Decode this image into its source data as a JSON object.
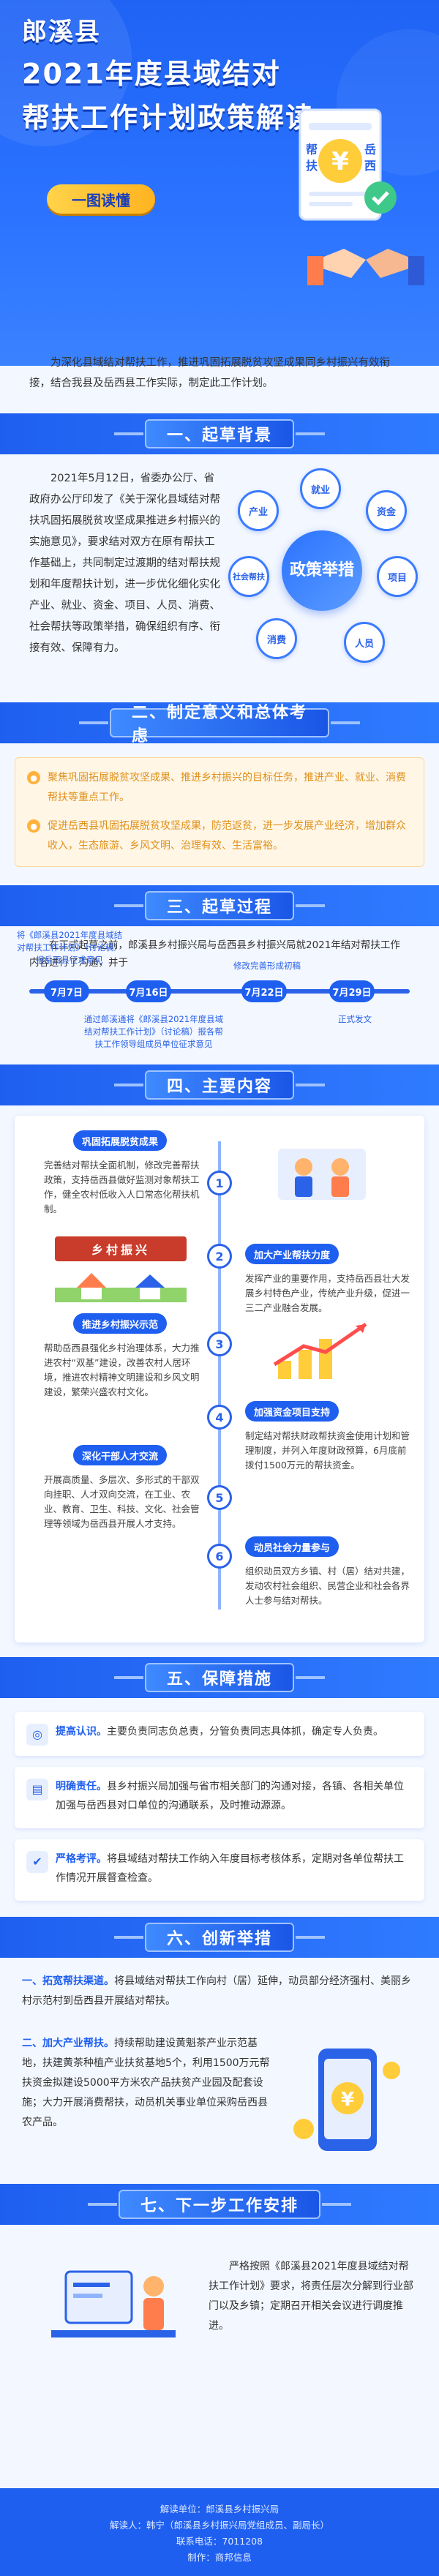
{
  "header": {
    "title_line1": "郎溪县",
    "title_line2": "2021年度县域结对",
    "title_line3": "帮扶工作计划政策解读",
    "badge": "一图读懂",
    "doc_chars": [
      "¥",
      "帮",
      "扶",
      "岳",
      "西"
    ]
  },
  "intro": "为深化县域结对帮扶工作，推进巩固拓展脱贫攻坚成果同乡村振兴有效衔接，结合我县及岳西县工作实际，制定此工作计划。",
  "sec1": {
    "title": "一、起草背景",
    "text": "2021年5月12日，省委办公厅、省政府办公厅印发了《关于深化县域结对帮扶巩固拓展脱贫攻坚成果推进乡村振兴的实施意见》，要求结对双方在原有帮扶工作基础上，共同制定过渡期的结对帮扶规划和年度帮扶计划，进一步优化细化实化产业、就业、资金、项目、人员、消费、社会帮扶等政策举措，确保组织有序、衔接有效、保障有力。",
    "center": "政策举措",
    "nodes": [
      "就业",
      "产业",
      "资金",
      "社会帮扶",
      "项目",
      "消费",
      "人员"
    ]
  },
  "sec2": {
    "title": "二、制定意义和总体考虑",
    "p1": "聚焦巩固拓展脱贫攻坚成果、推进乡村振兴的目标任务，推进产业、就业、消费帮扶等重点工作。",
    "p2": "促进岳西县巩固拓展脱贫攻坚成果，防范返贫，进一步发展产业经济，增加群众收入，生态旅游、乡风文明、治理有效、生活富裕。"
  },
  "sec3": {
    "title": "三、起草过程",
    "text": "在正式起草之前，郎溪县乡村振兴局与岳西县乡村振兴局就2021年结对帮扶工作内容进行了沟通，并于",
    "items": [
      {
        "date": "7月7日",
        "note": "将《郎溪县2021年度县域结对帮扶工作计划》（讨论稿）报岳西县征求意见"
      },
      {
        "date": "7月16日",
        "note": "通过郎溪通将《郎溪县2021年度县域结对帮扶工作计划》（讨论稿）报各帮扶工作领导组成员单位征求意见"
      },
      {
        "date": "7月22日",
        "note": "修改完善形成初稿"
      },
      {
        "date": "7月29日",
        "note": "正式发文"
      }
    ]
  },
  "sec4": {
    "title": "四、主要内容",
    "items": [
      {
        "num": "1",
        "label": "巩固拓展脱贫成果",
        "text": "完善结对帮扶全面机制，修改完善帮扶政策，支持岳西县做好监测对象帮扶工作，健全农村低收入人口常态化帮扶机制。"
      },
      {
        "num": "2",
        "label": "加大产业帮扶力度",
        "text": "发挥产业的重要作用，支持岳西县壮大发展乡村特色产业，传统产业升级，促进一三二产业融合发展。"
      },
      {
        "num": "3",
        "label": "推进乡村振兴示范",
        "text": "帮助岳西县强化乡村治理体系，大力推进农村“双基”建设，改善农村人居环境，推进农村精神文明建设和乡风文明建设，繁荣兴盛农村文化。"
      },
      {
        "num": "4",
        "label": "加强资金项目支持",
        "text": "制定结对帮扶财政帮扶资金使用计划和管理制度，并列入年度财政预算，6月底前拨付1500万元的帮扶资金。"
      },
      {
        "num": "5",
        "label": "深化干部人才交流",
        "text": "开展高质量、多层次、多形式的干部双向挂职、人才双向交流，在工业、农业、教育、卫生、科技、文化、社会管理等领域为岳西县开展人才支持。"
      },
      {
        "num": "6",
        "label": "动员社会力量参与",
        "text": "组织动员双方乡镇、村（居）结对共建，发动农村社会组织、民营企业和社会各界人士参与结对帮扶。"
      }
    ],
    "banner": "乡村振兴"
  },
  "sec5": {
    "title": "五、保障措施",
    "items": [
      {
        "head": "提高认识。",
        "text": "主要负责同志负总责，分管负责同志具体抓，确定专人负责。"
      },
      {
        "head": "明确责任。",
        "text": "县乡村振兴局加强与省市相关部门的沟通对接，各镇、各相关单位加强与岳西县对口单位的沟通联系，及时推动源源。"
      },
      {
        "head": "严格考评。",
        "text": "将县域结对帮扶工作纳入年度目标考核体系，定期对各单位帮扶工作情况开展督查检查。"
      }
    ]
  },
  "sec6": {
    "title": "六、创新举措",
    "items": [
      {
        "head": "一、拓宽帮扶渠道。",
        "text": "将县域结对帮扶工作向村（居）延伸，动员部分经济强村、美丽乡村示范村到岳西县开展结对帮扶。"
      },
      {
        "head": "二、加大产业帮扶。",
        "text": "持续帮助建设黄魁茶产业示范基地，扶建黄茶种植产业扶贫基地5个，利用1500万元帮扶资金拟建设5000平方米农产品扶贫产业园及配套设施；大力开展消费帮扶，动员机关事业单位采购岳西县农产品。"
      }
    ]
  },
  "sec7": {
    "title": "七、下一步工作安排",
    "text": "严格按照《郎溪县2021年度县域结对帮扶工作计划》要求，将责任层次分解到行业部门以及乡镇；定期召开相关会议进行调度推进。"
  },
  "footer": {
    "l1": "解读单位：郎溪县乡村振兴局",
    "l2": "解读人：韩宁（郎溪县乡村振兴局党组成员、副局长）",
    "l3": "联系电话：7011208",
    "l4": "制作：商邦信息"
  }
}
